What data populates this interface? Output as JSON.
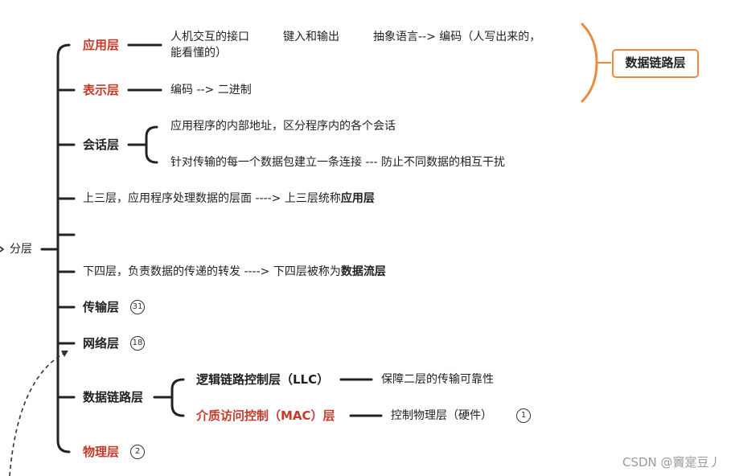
{
  "root": {
    "label": "分层"
  },
  "nodes": {
    "app": {
      "label": "应用层",
      "desc1": "人机交互的接口",
      "desc2": "键入和输出",
      "desc3": "抽象语言--> 编码（人写出来的，",
      "desc3b": "能看懂的）"
    },
    "pres": {
      "label": "表示层",
      "desc": "编码  --> 二进制"
    },
    "sess": {
      "label": "会话层",
      "sub1": "应用程序的内部地址，区分程序内的各个会话",
      "sub2": "针对传输的每一个数据包建立一条连接 --- 防止不同数据的相互干扰"
    },
    "upper3": {
      "text": "上三层，应用程序处理数据的层面 ----> 上三层统称",
      "bold": "应用层"
    },
    "lower4": {
      "text": "下四层，负责数据的传递的转发 ----> 下四层被称为",
      "bold": "数据流层"
    },
    "trans": {
      "label": "传输层",
      "badge": "31"
    },
    "net": {
      "label": "网络层",
      "badge": "18"
    },
    "dl": {
      "label": "数据链路层",
      "llc": {
        "label": "逻辑链路控制层（LLC）",
        "desc": "保障二层的传输可靠性"
      },
      "mac": {
        "label": "介质访问控制（MAC）层",
        "desc": "控制物理层（硬件）",
        "badge": "1"
      }
    },
    "phys": {
      "label": "物理层",
      "badge": "2"
    }
  },
  "summary": {
    "label": "数据链路层"
  },
  "watermark": "CSDN @竇寔豆丿",
  "colors": {
    "accent_red": "#c43a2a",
    "bracket_orange": "#ee8a3e",
    "line": "#222222"
  }
}
